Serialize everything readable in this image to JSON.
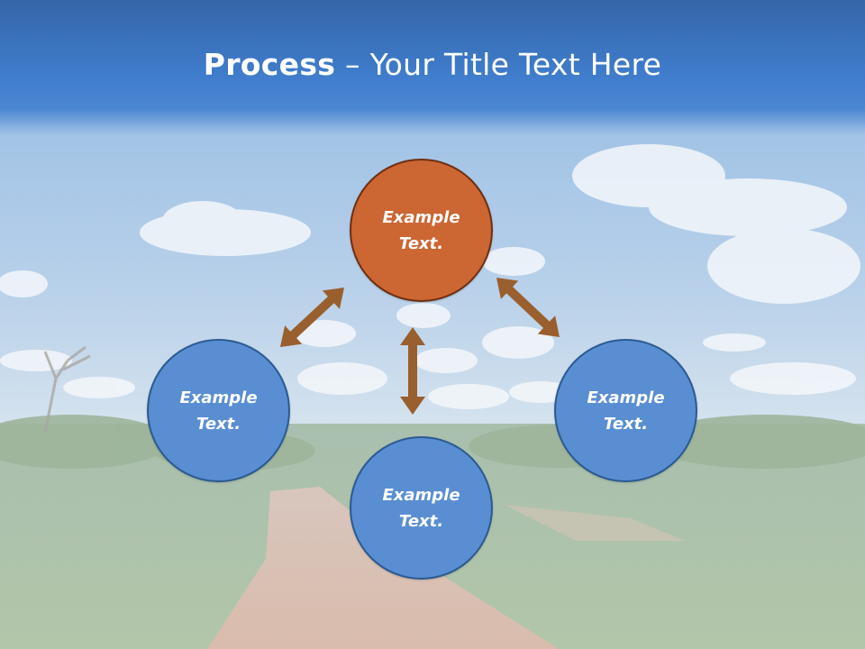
{
  "title": {
    "bold": "Process",
    "rest": " – Your Title Text Here"
  },
  "colors": {
    "title_band": "#3f7ccc",
    "circle_blue": "#5a8ed2",
    "circle_blue_border": "#2b5a92",
    "circle_orange": "#cc6633",
    "circle_orange_border": "#6e2f12",
    "arrow": "#9a5f2e"
  },
  "nodes": [
    {
      "id": "top",
      "label": "Example Text.",
      "line1": "Example",
      "line2": "Text.",
      "color": "orange"
    },
    {
      "id": "left",
      "label": "Example Text.",
      "line1": "Example",
      "line2": "Text.",
      "color": "blue"
    },
    {
      "id": "right",
      "label": "Example Text.",
      "line1": "Example",
      "line2": "Text.",
      "color": "blue"
    },
    {
      "id": "bottom",
      "label": "Example Text.",
      "line1": "Example",
      "line2": "Text.",
      "color": "blue"
    }
  ],
  "arrows": [
    {
      "from": "top",
      "to": "left",
      "style": "double-headed"
    },
    {
      "from": "top",
      "to": "right",
      "style": "double-headed"
    },
    {
      "from": "top",
      "to": "bottom",
      "style": "double-headed"
    }
  ]
}
